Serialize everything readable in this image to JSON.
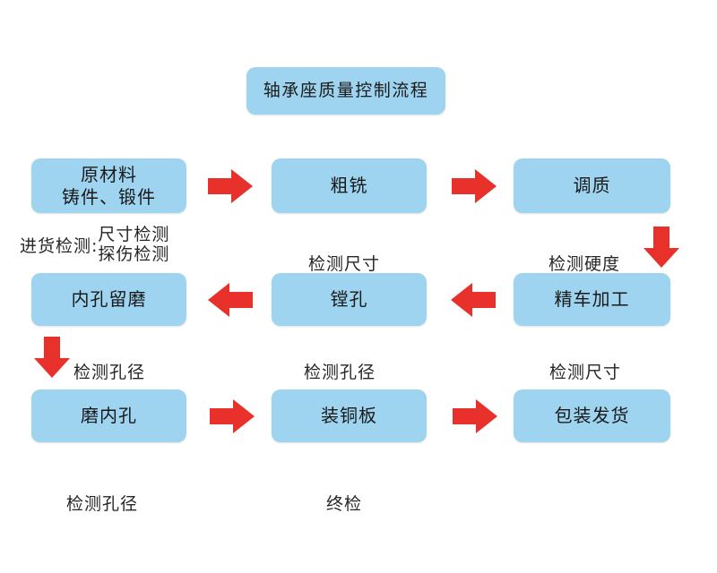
{
  "diagram": {
    "title_box": {
      "label": "轴承座质量控制流程"
    },
    "colors": {
      "box_fill": "#9ed4ef",
      "arrow_red": "#e8312a",
      "text": "#262626",
      "background": "#ffffff"
    },
    "rows": [
      {
        "id": "row-1",
        "boxes": [
          {
            "id": "raw-material",
            "label": "原材料\n铸件、锻件"
          },
          {
            "id": "rough-milling",
            "label": "粗铣"
          },
          {
            "id": "quenching-tempering",
            "label": "调质"
          }
        ],
        "captions": [
          {
            "id": "incoming-inspection",
            "prefix": "进货检测:",
            "line1": "尺寸检测",
            "line2": "探伤检测"
          },
          {
            "id": "dimension-check-1",
            "label": "检测尺寸"
          },
          {
            "id": "hardness-check",
            "label": "检测硬度"
          }
        ]
      },
      {
        "id": "row-2",
        "boxes": [
          {
            "id": "bore-left-for-grinding",
            "label": "内孔留磨"
          },
          {
            "id": "boring",
            "label": "镗孔"
          },
          {
            "id": "finish-turning",
            "label": "精车加工"
          }
        ],
        "captions": [
          {
            "id": "bore-diameter-check-1",
            "label": "检测孔径"
          },
          {
            "id": "bore-diameter-check-2",
            "label": "检测孔径"
          },
          {
            "id": "dimension-check-2",
            "label": "检测尺寸"
          }
        ]
      },
      {
        "id": "row-3",
        "boxes": [
          {
            "id": "bore-grinding",
            "label": "磨内孔"
          },
          {
            "id": "copper-plate-mounting",
            "label": "装铜板"
          },
          {
            "id": "packaging-shipment",
            "label": "包装发货"
          }
        ],
        "captions": [
          {
            "id": "bore-diameter-check-3",
            "label": "检测孔径"
          },
          {
            "id": "final-inspection",
            "label": "终检"
          }
        ]
      }
    ],
    "arrows": [
      {
        "id": "arrow-raw-to-rough",
        "direction": "right"
      },
      {
        "id": "arrow-rough-to-quench",
        "direction": "right"
      },
      {
        "id": "arrow-quench-to-finish-turning",
        "direction": "down"
      },
      {
        "id": "arrow-finish-turning-to-boring",
        "direction": "left"
      },
      {
        "id": "arrow-boring-to-bore-left",
        "direction": "left"
      },
      {
        "id": "arrow-bore-left-to-grinding",
        "direction": "down"
      },
      {
        "id": "arrow-grinding-to-copper",
        "direction": "right"
      },
      {
        "id": "arrow-copper-to-packaging",
        "direction": "right"
      }
    ]
  }
}
